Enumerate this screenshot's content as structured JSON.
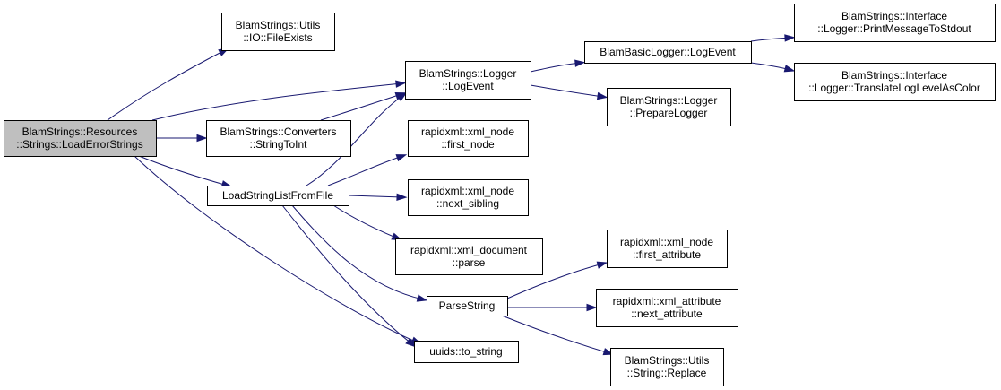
{
  "graph": {
    "title": "",
    "colors": {
      "edge": "#191970",
      "node_border": "#000000",
      "root_fill": "#bfbfbf",
      "node_fill": "#ffffff"
    },
    "nodes": [
      {
        "id": "load_error_strings",
        "lines": [
          "BlamStrings::Resources",
          "::Strings::LoadErrorStrings"
        ],
        "root": true
      },
      {
        "id": "file_exists",
        "lines": [
          "BlamStrings::Utils",
          "::IO::FileExists"
        ]
      },
      {
        "id": "string_to_int",
        "lines": [
          "BlamStrings::Converters",
          "::StringToInt"
        ]
      },
      {
        "id": "load_string_list",
        "lines": [
          "LoadStringListFromFile"
        ]
      },
      {
        "id": "logger_logevent",
        "lines": [
          "BlamStrings::Logger",
          "::LogEvent"
        ]
      },
      {
        "id": "basic_logger_logevent",
        "lines": [
          "BlamBasicLogger::LogEvent"
        ]
      },
      {
        "id": "print_message",
        "lines": [
          "BlamStrings::Interface",
          "::Logger::PrintMessageToStdout"
        ]
      },
      {
        "id": "translate_loglevel",
        "lines": [
          "BlamStrings::Interface",
          "::Logger::TranslateLogLevelAsColor"
        ]
      },
      {
        "id": "prepare_logger",
        "lines": [
          "BlamStrings::Logger",
          "::PrepareLogger"
        ]
      },
      {
        "id": "first_node",
        "lines": [
          "rapidxml::xml_node",
          "::first_node"
        ]
      },
      {
        "id": "next_sibling",
        "lines": [
          "rapidxml::xml_node",
          "::next_sibling"
        ]
      },
      {
        "id": "doc_parse",
        "lines": [
          "rapidxml::xml_document",
          "::parse"
        ]
      },
      {
        "id": "parse_string",
        "lines": [
          "ParseString"
        ]
      },
      {
        "id": "to_string",
        "lines": [
          "uuids::to_string"
        ]
      },
      {
        "id": "first_attribute",
        "lines": [
          "rapidxml::xml_node",
          "::first_attribute"
        ]
      },
      {
        "id": "next_attribute",
        "lines": [
          "rapidxml::xml_attribute",
          "::next_attribute"
        ]
      },
      {
        "id": "string_replace",
        "lines": [
          "BlamStrings::Utils",
          "::String::Replace"
        ]
      }
    ],
    "edges": [
      {
        "from": "load_error_strings",
        "to": "file_exists"
      },
      {
        "from": "load_error_strings",
        "to": "logger_logevent"
      },
      {
        "from": "load_error_strings",
        "to": "string_to_int"
      },
      {
        "from": "load_error_strings",
        "to": "load_string_list"
      },
      {
        "from": "load_error_strings",
        "to": "to_string"
      },
      {
        "from": "string_to_int",
        "to": "logger_logevent"
      },
      {
        "from": "load_string_list",
        "to": "logger_logevent"
      },
      {
        "from": "load_string_list",
        "to": "first_node"
      },
      {
        "from": "load_string_list",
        "to": "next_sibling"
      },
      {
        "from": "load_string_list",
        "to": "doc_parse"
      },
      {
        "from": "load_string_list",
        "to": "parse_string"
      },
      {
        "from": "load_string_list",
        "to": "to_string"
      },
      {
        "from": "logger_logevent",
        "to": "basic_logger_logevent"
      },
      {
        "from": "logger_logevent",
        "to": "prepare_logger"
      },
      {
        "from": "basic_logger_logevent",
        "to": "print_message"
      },
      {
        "from": "basic_logger_logevent",
        "to": "translate_loglevel"
      },
      {
        "from": "parse_string",
        "to": "first_attribute"
      },
      {
        "from": "parse_string",
        "to": "next_attribute"
      },
      {
        "from": "parse_string",
        "to": "string_replace"
      }
    ]
  }
}
